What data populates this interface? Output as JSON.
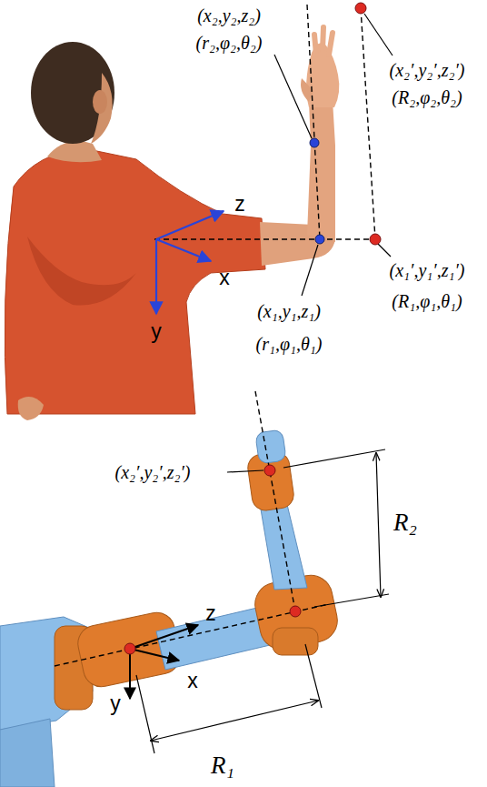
{
  "diagram": {
    "labels": [
      "(x₂,y₂,z₂)",
      "(r₂,φ₂,θ₂)",
      "(x₂′,y₂′,z₂′)",
      "(R₂,φ₂,θ₂)",
      "z",
      "x",
      "y",
      "(x₁,y₁,z₁)",
      "(r₁,φ₁,θ₁)",
      "(x₁′,y₁′,z₁′)",
      "(R₁,φ₁,θ₁)",
      "(x₂′,y₂′,z₂′)",
      "R₂",
      "z",
      "x",
      "y",
      "R₁"
    ]
  }
}
